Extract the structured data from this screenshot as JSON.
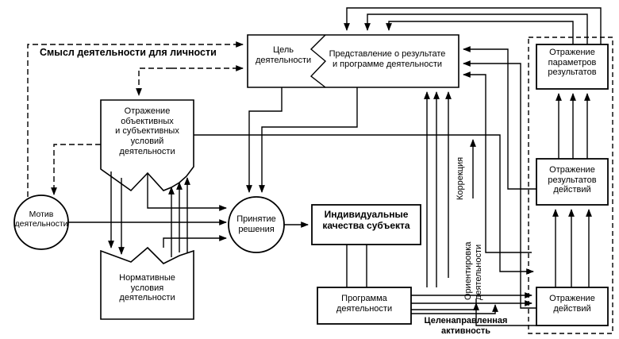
{
  "labels": {
    "meaning": "Смысл деятельности для личности",
    "goal": "Цель\nдеятельности",
    "representation": "Представление о результате\nи программе деятельности",
    "params_reflection": "Отражение\nпараметров\nрезультатов",
    "conditions_reflection": "Отражение\nобъективных\nи субъективных\nусловий\nдеятельности",
    "motive": "Мотив\nдеятельности",
    "decision": "Принятие\nрешения",
    "individual_qualities": "Индивидуальные\nкачества субъекта",
    "results_reflection": "Отражение\nрезультатов\nдействий",
    "correction": "Коррекция",
    "orientation": "Ориентировка\nдеятельности",
    "normative": "Нормативные\nусловия\nдеятельности",
    "program": "Программа\nдеятельности",
    "purposeful": "Целенаправленная\nактивность",
    "actions_reflection": "Отражение\nдействий"
  }
}
